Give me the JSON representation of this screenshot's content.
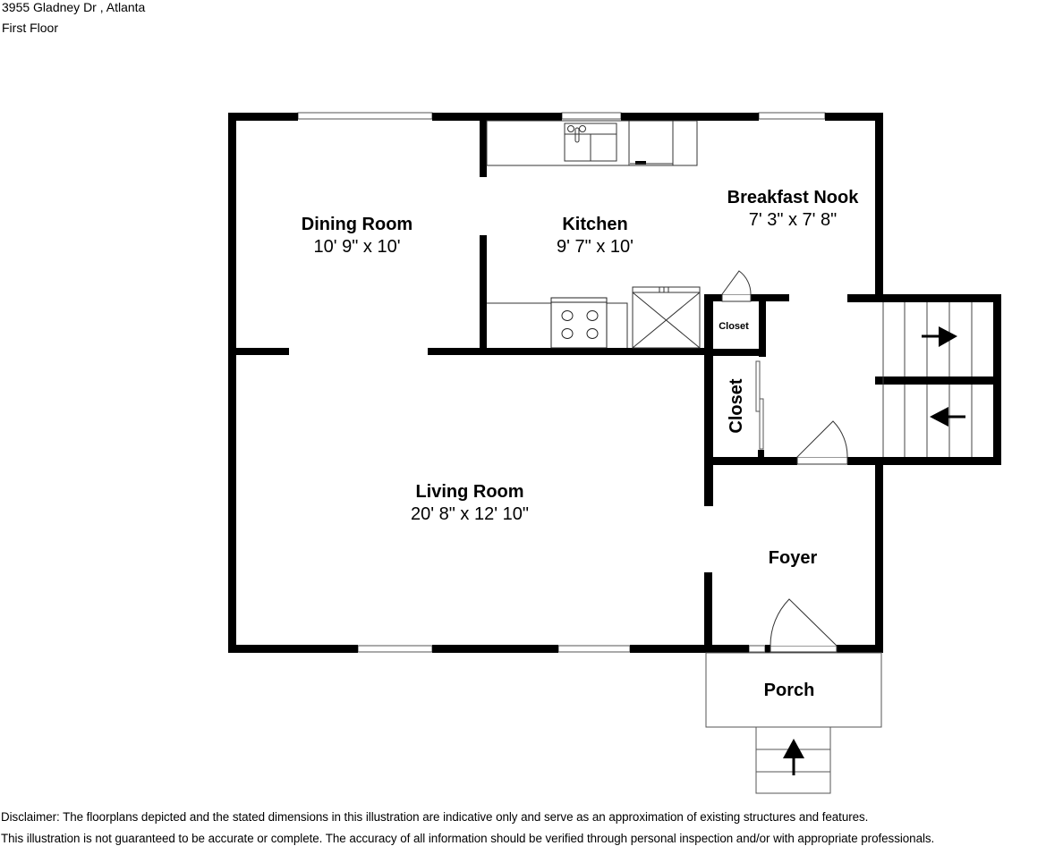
{
  "header": {
    "address": "3955 Gladney Dr , Atlanta",
    "floor": "First Floor"
  },
  "rooms": [
    {
      "id": "dining-room",
      "name": "Dining Room",
      "dimensions": "10' 9\" x 10'"
    },
    {
      "id": "kitchen",
      "name": "Kitchen",
      "dimensions": "9' 7\" x 10'"
    },
    {
      "id": "breakfast-nook",
      "name": "Breakfast Nook",
      "dimensions": "7' 3\" x 7' 8\""
    },
    {
      "id": "living-room",
      "name": "Living Room",
      "dimensions": "20' 8\" x 12' 10\""
    },
    {
      "id": "foyer",
      "name": "Foyer",
      "dimensions": ""
    },
    {
      "id": "porch",
      "name": "Porch",
      "dimensions": ""
    },
    {
      "id": "closet-small",
      "name": "Closet",
      "dimensions": ""
    },
    {
      "id": "closet-tall",
      "name": "Closet",
      "dimensions": ""
    }
  ],
  "disclaimer": {
    "line1": "Disclaimer: The floorplans depicted and the stated dimensions in this illustration are indicative only and serve as an approximation of existing structures and features.",
    "line2": "This illustration is not guaranteed to be accurate or complete. The accuracy of all information should be verified through personal inspection and/or with appropriate professionals."
  },
  "colors": {
    "wall": "#000000",
    "background": "#ffffff",
    "fixture_line": "#333333"
  }
}
